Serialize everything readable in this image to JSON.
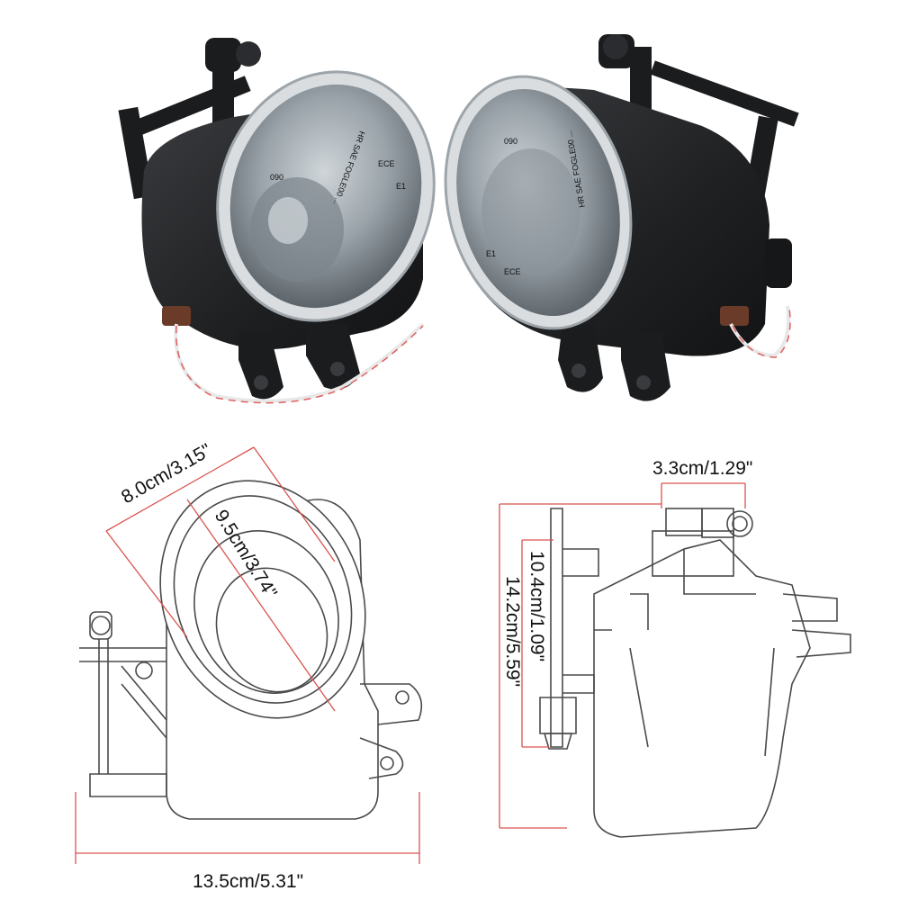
{
  "colors": {
    "background": "#ffffff",
    "lamp_body": "#1f2022",
    "lens_rim": "#d9dde0",
    "dimension_line": "#d9534f",
    "drawing_line": "#4a4a4a",
    "wire_white": "#f2f2f2",
    "wire_red": "#e06060"
  },
  "dimensions": {
    "outer_diameter": "8.0cm/3.15\"",
    "inner_diameter": "9.5cm/3.74\"",
    "width": "13.5cm/5.31\"",
    "connector_width": "3.3cm/1.29\"",
    "body_height": "10.4cm/1.09\"",
    "total_height": "14.2cm/5.59\""
  },
  "lens_markings": {
    "left": [
      "HR SAE FOGLE00 ...",
      "090",
      "E1",
      "ECE"
    ],
    "right": [
      "HR SAE FOGLE00 ...",
      "090",
      "E1",
      "ECE"
    ]
  }
}
